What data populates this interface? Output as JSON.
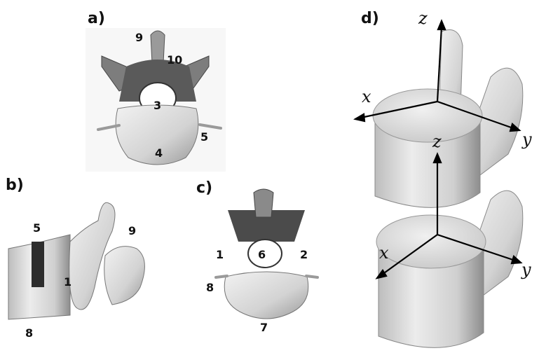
{
  "panels": {
    "a": {
      "label": "a)",
      "numbers": {
        "n9": "9",
        "n10": "10",
        "n3": "3",
        "n4": "4",
        "n5": "5"
      }
    },
    "b": {
      "label": "b)",
      "numbers": {
        "n5": "5",
        "n9": "9",
        "n1": "1",
        "n8": "8"
      }
    },
    "c": {
      "label": "c)",
      "numbers": {
        "n1": "1",
        "n6": "6",
        "n2": "2",
        "n8": "8",
        "n7": "7"
      }
    },
    "d": {
      "label": "d)",
      "axes": {
        "upper": {
          "z": "z",
          "x": "x",
          "y": "y"
        },
        "lower": {
          "z": "z",
          "x": "x",
          "y": "y"
        }
      }
    }
  },
  "colors": {
    "bone": "#d9d9d9",
    "bone_dark": "#8a8a8a",
    "bone_shadow": "#3a3a3a",
    "axis_line": "#000000"
  }
}
